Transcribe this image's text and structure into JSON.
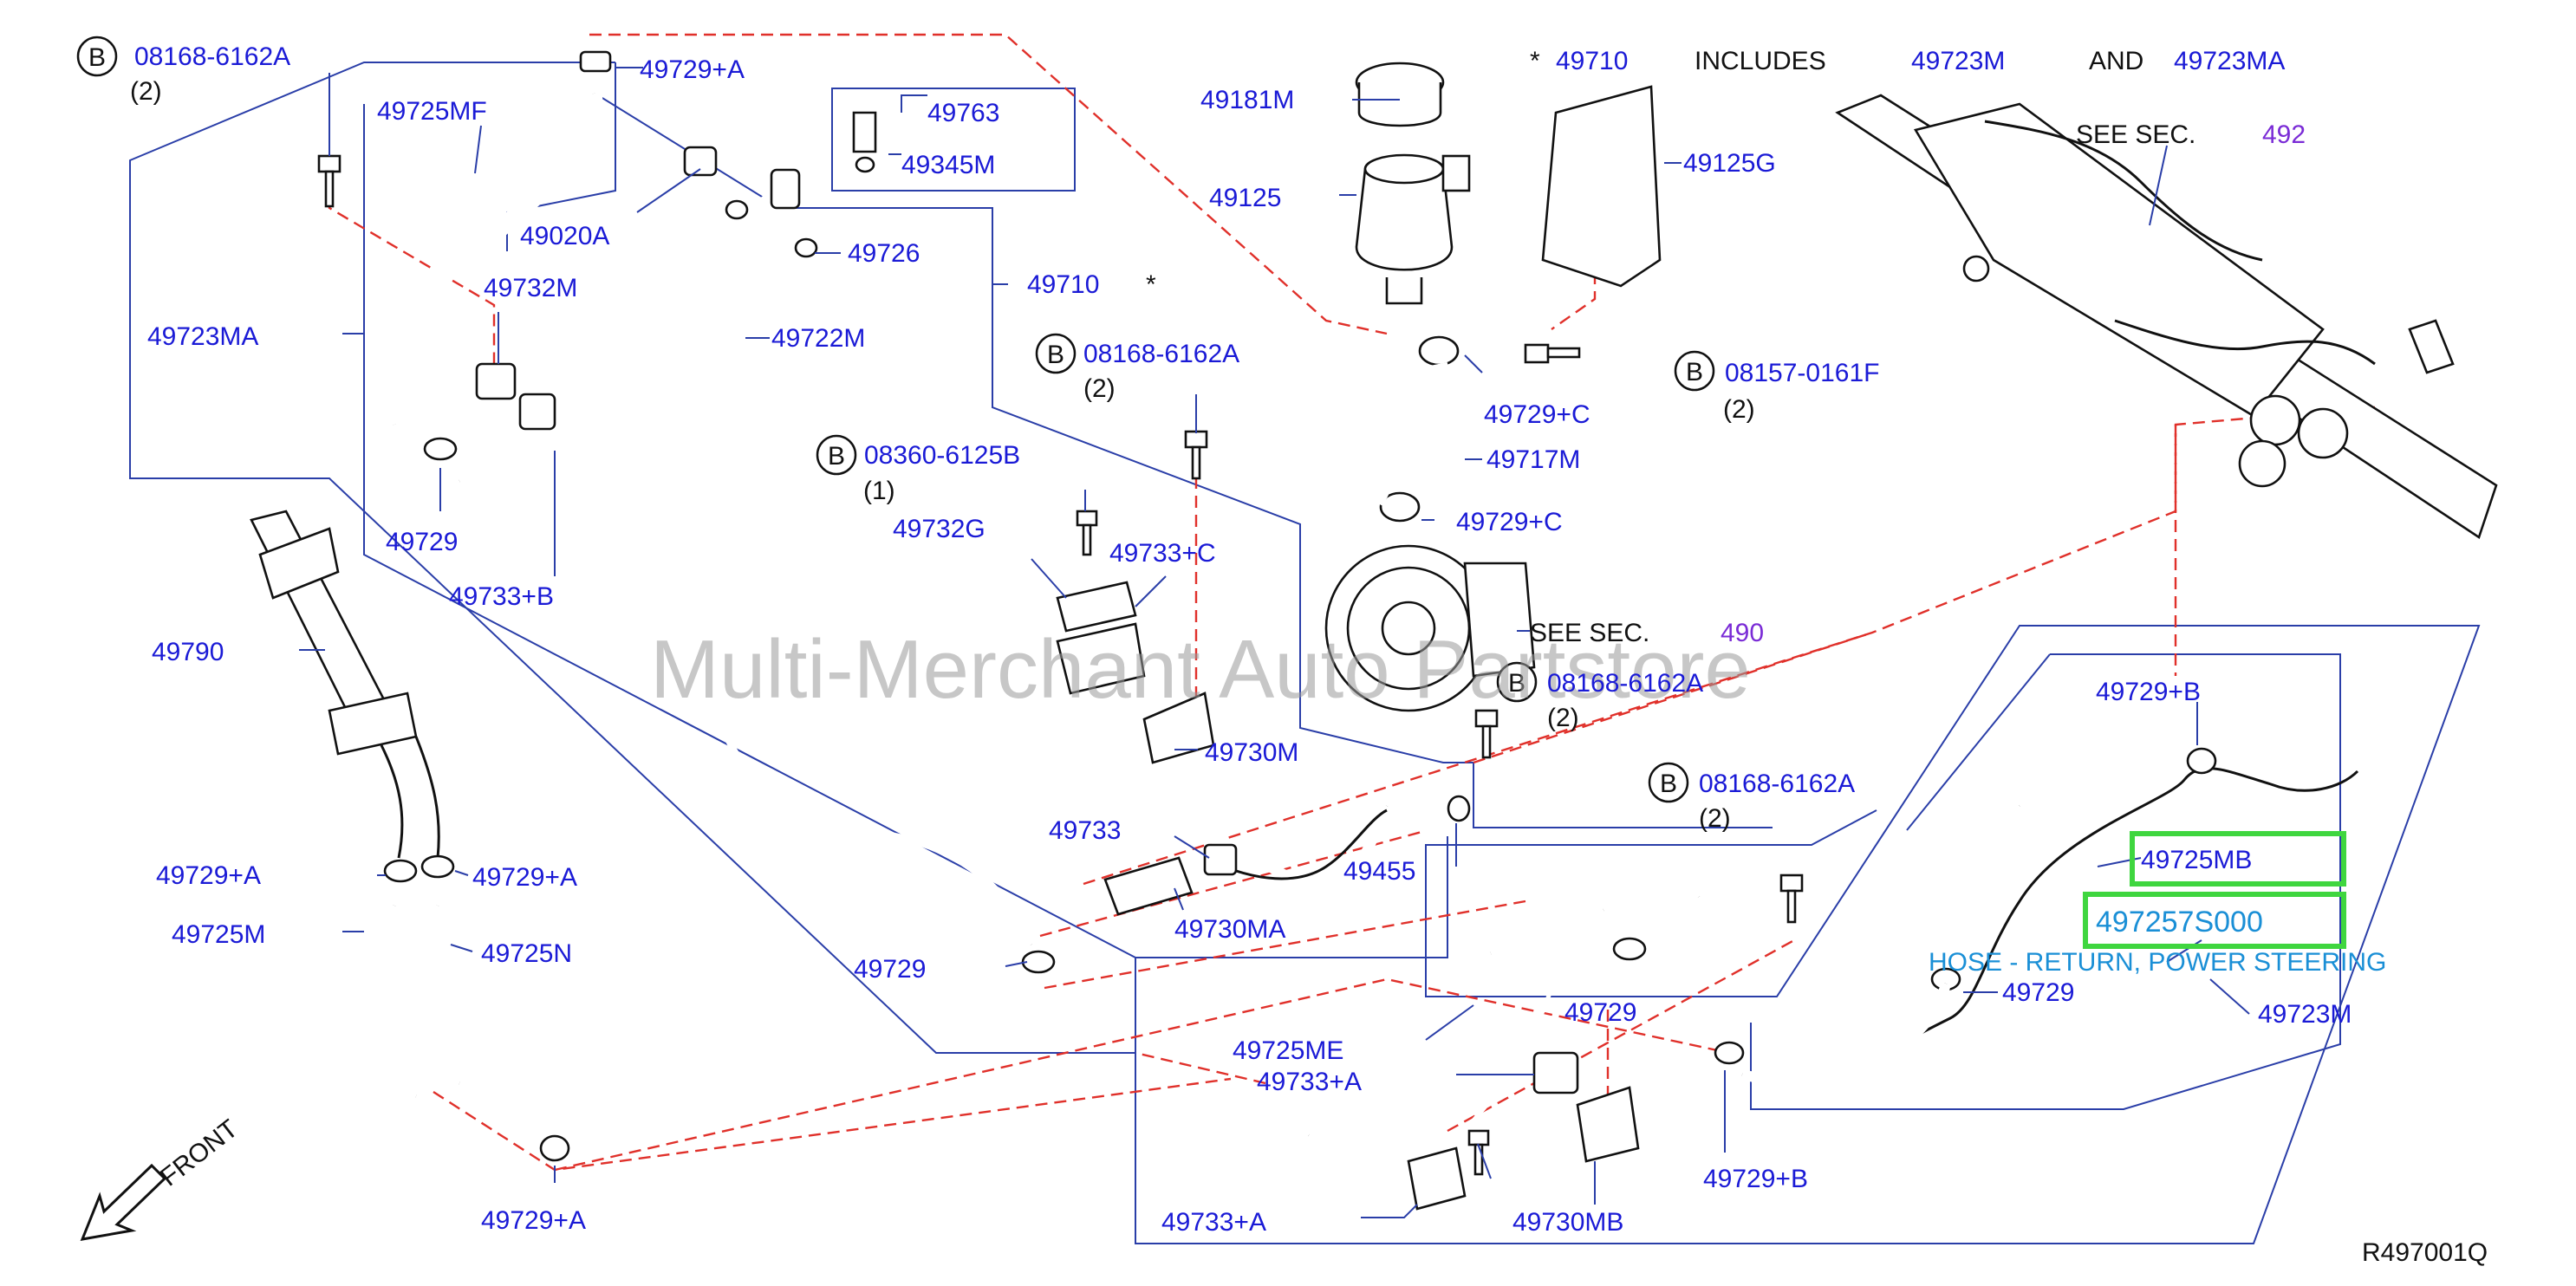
{
  "watermark": "Multi-Merchant Auto Partstore",
  "diagram_code": "R497001Q",
  "front_label": "FRONT",
  "callout_b": "B",
  "asterisk": "*",
  "labels": {
    "p08168_tl": "08168-6162A",
    "p08168_tl_qty": "(2)",
    "p49729A_top": "49729+A",
    "p49725MF": "49725MF",
    "p49763": "49763",
    "p49345M": "49345M",
    "p49020A": "49020A",
    "p49726": "49726",
    "p49710": "49710",
    "p49723MA": "49723MA",
    "p49732M": "49732M",
    "p49722M": "49722M",
    "p08168_mid": "08168-6162A",
    "p08168_mid_qty": "(2)",
    "p08360": "08360-6125B",
    "p08360_qty": "(1)",
    "p49729_left": "49729",
    "p49732G": "49732G",
    "p49733C": "49733+C",
    "p49733B": "49733+B",
    "p49790": "49790",
    "p49730M": "49730M",
    "p49733": "49733",
    "p49455": "49455",
    "p49729A_l1": "49729+A",
    "p49729A_l2": "49729+A",
    "p49725M": "49725M",
    "p49725N": "49725N",
    "p49730MA": "49730MA",
    "p49729_mid": "49729",
    "p49725ME": "49725ME",
    "p49733A_mid": "49733+A",
    "p49729_box": "49729",
    "p49733A_bot": "49733+A",
    "p49730MB": "49730MB",
    "p49729A_bot": "49729+A",
    "p49729B_bot": "49729+B",
    "p49181M": "49181M",
    "p49125": "49125",
    "p49710_star": "49710",
    "p_includes": "INCLUDES",
    "p49723M_top": "49723M",
    "p_and": "AND",
    "p49723MA_top": "49723MA",
    "p49125G": "49125G",
    "p_see492": "SEE   SEC.",
    "p492": "492",
    "p49729C_1": "49729+C",
    "p08157": "08157-0161F",
    "p08157_qty": "(2)",
    "p49717M": "49717M",
    "p49729C_2": "49729+C",
    "p_see490": "SEE   SEC.",
    "p490": "490",
    "p08168_pump": "08168-6162A",
    "p08168_pump_qty": "(2)",
    "p08168_rt": "08168-6162A",
    "p08168_rt_qty": "(2)",
    "p49729B_top": "49729+B",
    "p49725MB": "49725MB",
    "p497257S000": "497257S000",
    "p_hose_desc": "HOSE - RETURN, POWER STEERING",
    "p49729_rt": "49729",
    "p49723M_rt": "49723M"
  },
  "colors": {
    "label_blue": "#1a1ad6",
    "leader_blue": "#2a3ea8",
    "dashed_red": "#e0302a",
    "highlight_green": "#3fd63f",
    "section_purple": "#7a2bd6",
    "highlight_text": "#1a8fd6"
  },
  "icons": {
    "front_arrow": "front-arrow-icon",
    "callout": "b-callout-icon"
  }
}
